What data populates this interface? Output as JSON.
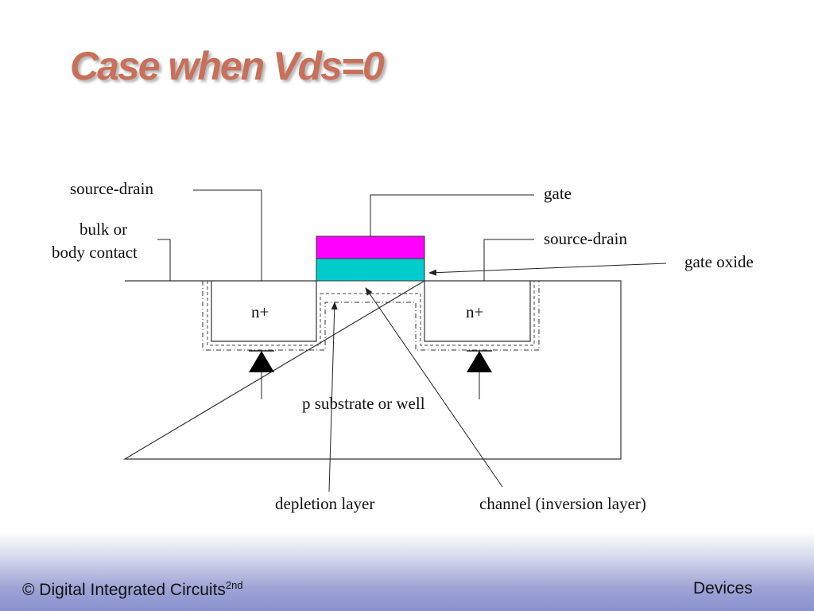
{
  "slide": {
    "title": "Case when Vds=0"
  },
  "diagram": {
    "labels": {
      "source_drain_left": "source-drain",
      "bulk_line1": "bulk or",
      "bulk_line2": "body contact",
      "gate": "gate",
      "source_drain_right": "source-drain",
      "gate_oxide": "gate oxide",
      "n_plus_left": "n+",
      "n_plus_right": "n+",
      "substrate": "p substrate or well",
      "depletion_layer": "depletion layer",
      "channel": "channel (inversion layer)"
    },
    "colors": {
      "gate": "#ff00ff",
      "gate_oxide": "#00cccc",
      "title": "#c8705a"
    }
  },
  "footer": {
    "left_text": "© Digital Integrated Circuits",
    "left_sup": "2nd",
    "right_text": "Devices"
  }
}
